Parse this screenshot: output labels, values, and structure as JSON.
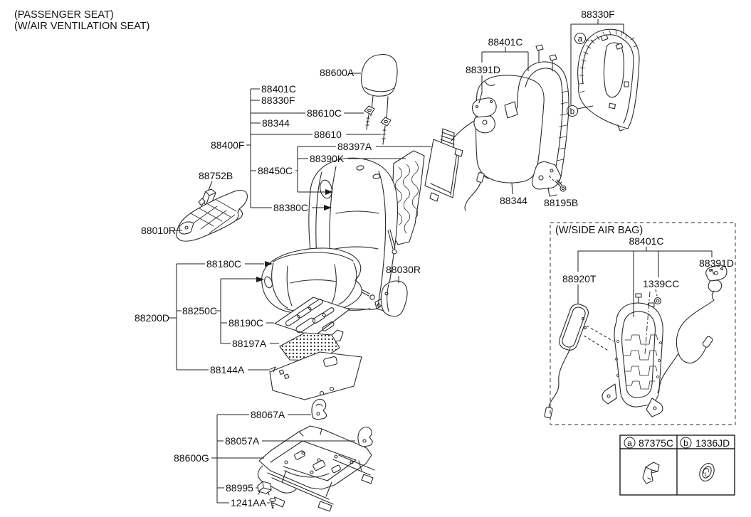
{
  "header": {
    "line1": "(PASSENGER SEAT)",
    "line2": "(W/AIR VENTILATION SEAT)"
  },
  "parts": {
    "p88600A": "88600A",
    "p88401C_main": "88401C",
    "p88330F_main": "88330F",
    "p88610C": "88610C",
    "p88344_main": "88344",
    "p88610": "88610",
    "p88400F": "88400F",
    "p88397A": "88397A",
    "p88390K": "88390K",
    "p88450C": "88450C",
    "p88380C": "88380C",
    "p88752B": "88752B",
    "p88010R": "88010R",
    "p88180C": "88180C",
    "p88200D": "88200D",
    "p88250C": "88250C",
    "p88190C": "88190C",
    "p88197A": "88197A",
    "p88144A": "88144A",
    "p88030R": "88030R",
    "p88067A": "88067A",
    "p88057A": "88057A",
    "p88600G": "88600G",
    "p88995": "88995",
    "p1241AA": "1241AA",
    "p88401C_back": "88401C",
    "p88391D_back": "88391D",
    "p88330F_panel": "88330F",
    "p88344_pad": "88344",
    "p88195B": "88195B"
  },
  "airbag_section": {
    "title": "(W/SIDE AIR BAG)",
    "p88401C": "88401C",
    "p88391D": "88391D",
    "p88920T": "88920T",
    "p1339CC": "1339CC"
  },
  "callouts": {
    "a": "a",
    "b": "b"
  },
  "legend": {
    "items": [
      {
        "mark": "a",
        "code": "87375C"
      },
      {
        "mark": "b",
        "code": "1336JD"
      }
    ]
  }
}
